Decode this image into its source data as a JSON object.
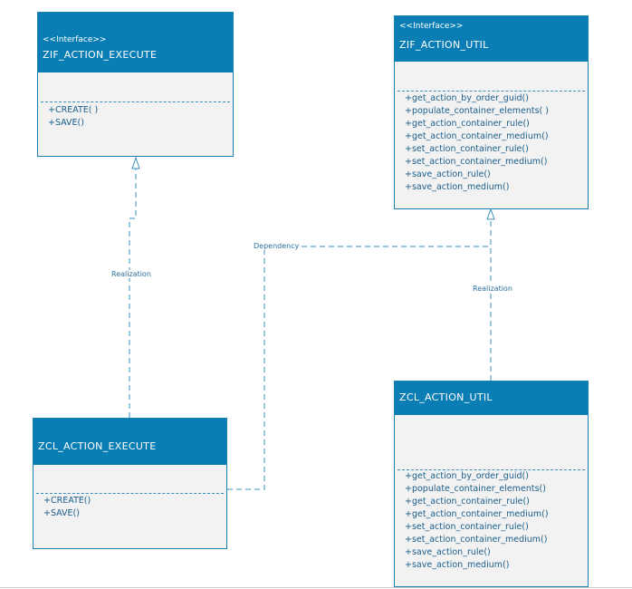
{
  "classes": {
    "zif_action_execute": {
      "stereotype": "<<Interface>>",
      "name": "ZIF_ACTION_EXECUTE",
      "operations": [
        "+CREATE( )",
        "+SAVE()"
      ]
    },
    "zif_action_util": {
      "stereotype": "<<Interface>>",
      "name": "ZIF_ACTION_UTIL",
      "operations": [
        "+get_action_by_order_guid()",
        "+populate_container_elements( )",
        "+get_action_container_rule()",
        "+get_action_container_medium()",
        "+set_action_container_rule()",
        "+set_action_container_medium()",
        "+save_action_rule()",
        "+save_action_medium()"
      ]
    },
    "zcl_action_execute": {
      "name": "ZCL_ACTION_EXECUTE",
      "operations": [
        "+CREATE()",
        "+SAVE()"
      ]
    },
    "zcl_action_util": {
      "name": "ZCL_ACTION_UTIL",
      "operations": [
        "+get_action_by_order_guid()",
        "+populate_container_elements()",
        "+get_action_container_rule()",
        "+get_action_container_medium()",
        "+set_action_container_rule()",
        "+set_action_container_medium()",
        "+save_action_rule()",
        "+save_action_medium()"
      ]
    }
  },
  "relations": {
    "realization_left": "Realization",
    "realization_right": "Realization",
    "dependency": "Dependency"
  },
  "colors": {
    "header": "#0a7db5",
    "body": "#f2f2f2",
    "line": "#3a8fbf"
  }
}
